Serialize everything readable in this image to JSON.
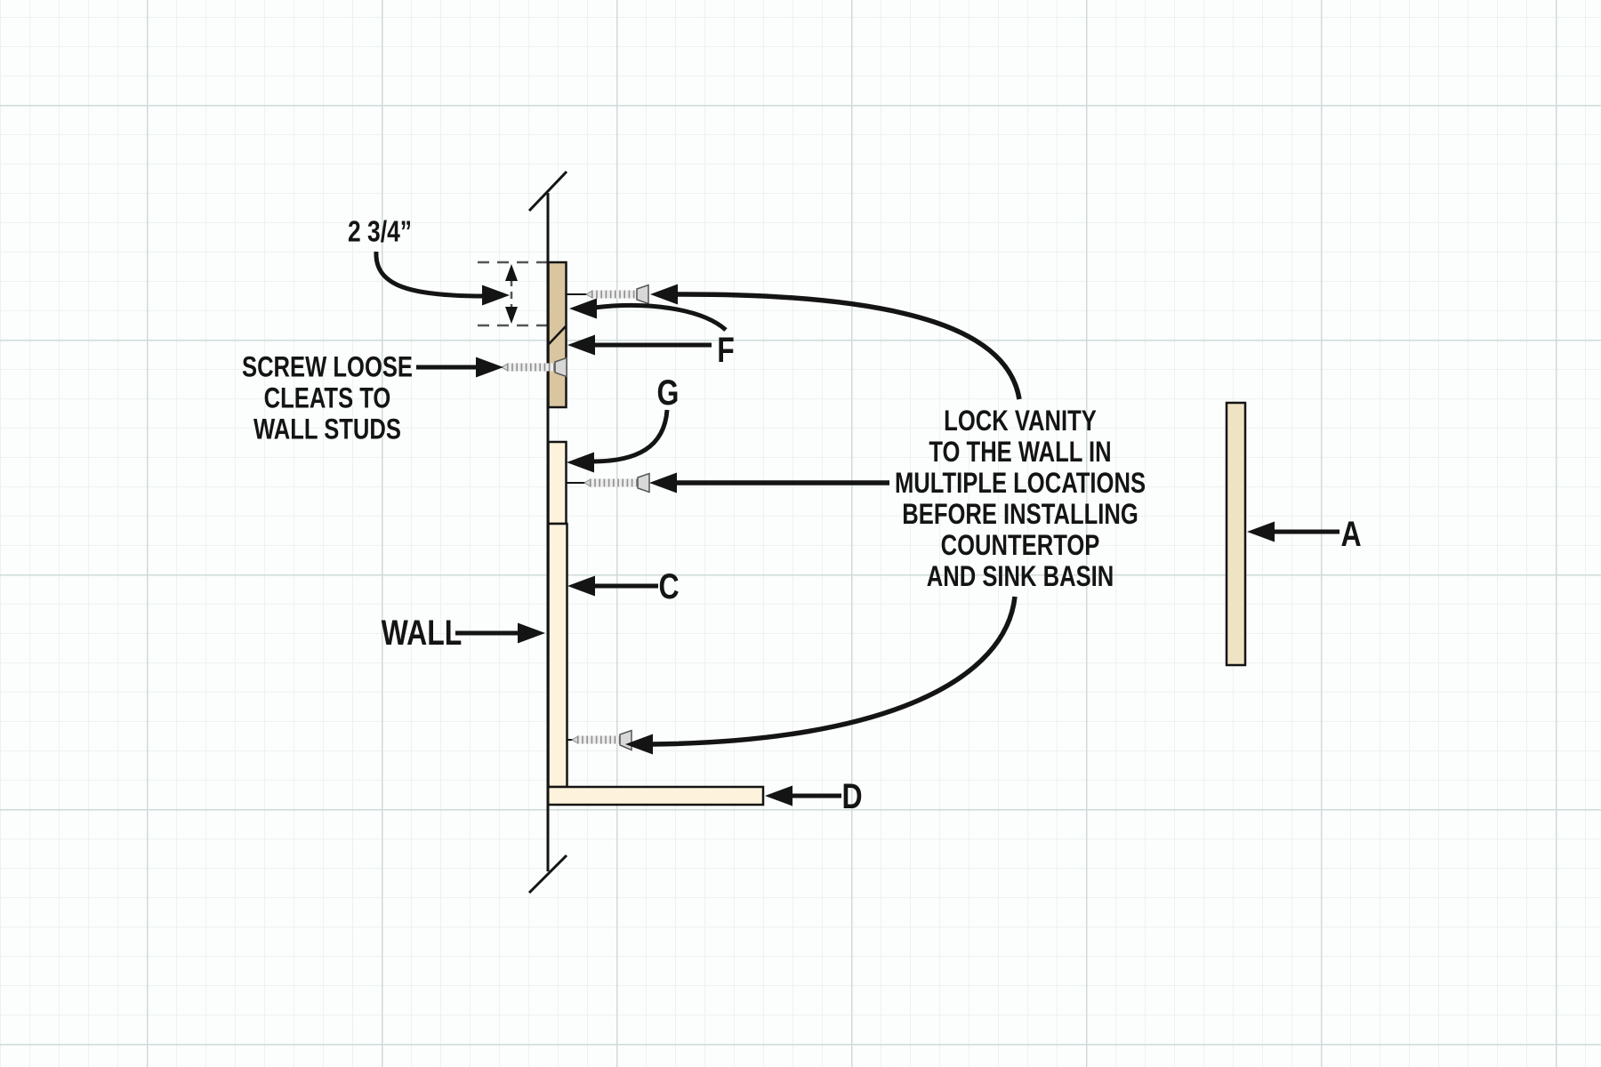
{
  "labels": {
    "dimension": "2 3/4”",
    "wall": "WALL",
    "part_a": "A",
    "part_c": "C",
    "part_d": "D",
    "part_f": "F",
    "part_g": "G"
  },
  "notes": {
    "screw_lines": [
      "SCREW LOOSE",
      "CLEATS TO",
      "WALL STUDS"
    ],
    "lock_lines": [
      "LOCK VANITY",
      "TO THE WALL IN",
      "MULTIPLE LOCATIONS",
      "BEFORE INSTALLING",
      "COUNTERTOP",
      "AND SINK BASIN"
    ]
  },
  "colors": {
    "grid_minor": "#edf2f1",
    "grid_major": "#cfdada",
    "wood_tan": "#d9c5a0",
    "wood_cream": "#fdf3dc",
    "wood_panel": "#eee3c3",
    "ink": "#141414",
    "dash_gray": "#555555",
    "screw_light": "#ececec",
    "screw_dark": "#8f8f8f",
    "screw_head": "#d8d8d8"
  }
}
